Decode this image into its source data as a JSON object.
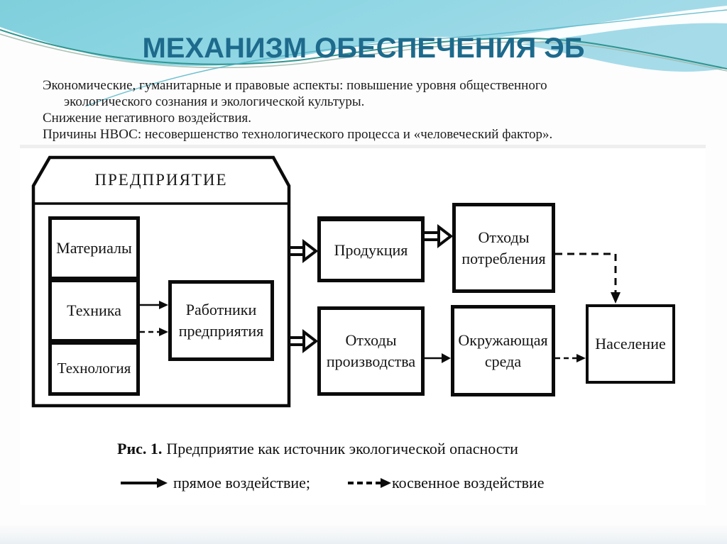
{
  "slide": {
    "title": "МЕХАНИЗМ ОБЕСПЕЧЕНИЯ ЭБ",
    "intro": {
      "line1": "Экономические, гуманитарные и правовые аспекты: повышение уровня общественного",
      "line2": "экологического сознания и экологической культуры.",
      "line3": "Снижение негативного воздействия.",
      "line4": "Причины НВОС: несовершенство технологического процесса и «человеческий фактор»."
    }
  },
  "diagram": {
    "enterprise_label": "ПРЕДПРИЯТИЕ",
    "boxes": {
      "materials": "Материалы",
      "technics": "Техника",
      "technology": "Технология",
      "workers": [
        "Работники",
        "предприятия"
      ],
      "production": "Продукция",
      "consumption_waste": [
        "Отходы",
        "потребления"
      ],
      "production_waste": [
        "Отходы",
        "производства"
      ],
      "environment": [
        "Окружающая",
        "среда"
      ],
      "population": "Население"
    },
    "caption": {
      "figure_label": "Рис. 1.",
      "figure_text": "Предприятие как источник экологической опасности",
      "legend_direct": "прямое воздействие;",
      "legend_indirect": "косвенное воздействие"
    }
  },
  "theme": {
    "title_color": "#1d6a8c",
    "wave_blue": "#7fcfdc",
    "wave_blue_light": "#a6dbe9",
    "accent_teal_line": "#2f958f",
    "accent_sage_line": "#9fb8ab",
    "ink": "#0b0b0b"
  }
}
